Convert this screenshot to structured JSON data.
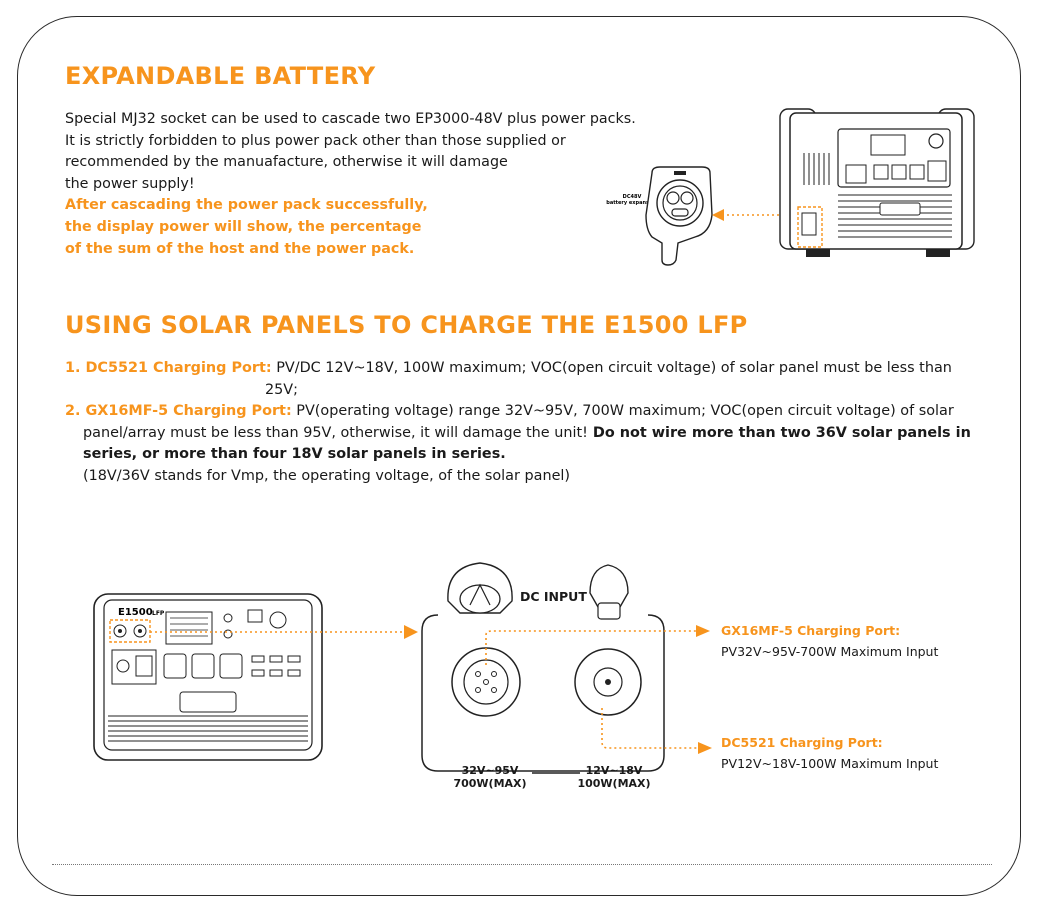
{
  "section1": {
    "title": "EXPANDABLE BATTERY",
    "lines": [
      "Special MJ32 socket can be used to cascade two EP3000-48V plus power packs.",
      "It is strictly forbidden to plus power pack other than those supplied or",
      "recommended by the manuafacture, otherwise it will damage",
      "the power supply!"
    ],
    "highlight_lines": [
      "After cascading the power pack successfully,",
      "the display power will show, the percentage",
      "of the sum of the host and the power pack."
    ],
    "socket_label_1": "DC48V",
    "socket_label_2": "battery expansion"
  },
  "section2": {
    "title": "USING SOLAR PANELS TO CHARGE THE E1500 LFP",
    "item1_label": "1. DC5521 Charging Port:",
    "item1_text": " PV/DC 12V~18V, 100W maximum; VOC(open circuit voltage) of solar panel must be less than",
    "item1_cont": "25V;",
    "item2_label": "2. GX16MF-5 Charging Port:",
    "item2_text": " PV(operating voltage) range  32V~95V, 700W maximum; VOC(open circuit voltage) of solar",
    "item2_line2_plain": "panel/array must be less than 95V, otherwise, it will damage the unit!",
    "item2_line2_bold": " Do not wire more than two 36V solar panels in",
    "item2_line3_bold": "series, or more than four 18V solar panels in series.",
    "item2_note": "(18V/36V stands for Vmp, the operating voltage, of the solar panel)"
  },
  "diagram": {
    "device_brand": "E1500",
    "device_model": "LFP",
    "panel_title": "DC INPUT",
    "left_spec_v": "32V~95V",
    "left_spec_w": "700W(MAX)",
    "right_spec_v": "12V~18V",
    "right_spec_w": "100W(MAX)",
    "gx_title": "GX16MF-5 Charging Port:",
    "gx_desc": "PV32V~95V-700W Maximum Input",
    "dc_title": "DC5521 Charging Port:",
    "dc_desc": "PV12V~18V-100W Maximum Input"
  },
  "colors": {
    "accent": "#f7941d",
    "text": "#1a1a1a",
    "line": "#2a2a2a"
  }
}
